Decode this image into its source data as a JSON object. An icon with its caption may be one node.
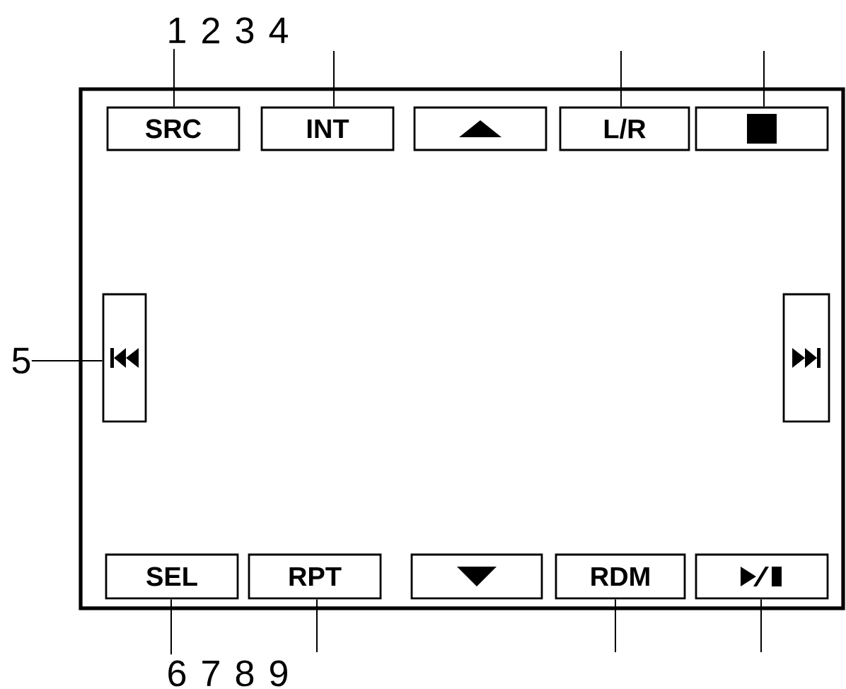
{
  "diagram": {
    "nodes": [
      {
        "text": [
          "1"
        ]
      },
      {
        "text": [],
        "shape": "box"
      },
      {
        "text": [
          "SRC"
        ],
        "in": 1
      },
      {
        "text": [
          "INT"
        ],
        "in": 1
      },
      {
        "text": [],
        "shape": "box",
        "in": 1
      },
      {
        "text": [
          "L/R"
        ],
        "in": 1
      },
      {
        "text": [],
        "shape": "box",
        "in": 1
      },
      {
        "text": [
          "5"
        ]
      },
      {
        "text": [],
        "shape": "box",
        "in": 1
      },
      {
        "text": [],
        "shape": "box",
        "in": 1
      },
      {
        "text": [
          "SEL"
        ],
        "in": 1
      },
      {
        "text": [
          "RPT"
        ],
        "in": 1
      },
      {
        "text": [],
        "shape": "box",
        "in": 1
      },
      {
        "text": [
          "RDM"
        ],
        "in": 1
      },
      {
        "text": [],
        "shape": "box",
        "in": 1
      },
      {
        "text": [
          "6"
        ]
      }
    ],
    "edges": [
      {
        "from": 0,
        "to": 2,
        "arrow": "none"
      },
      {
        "from": null,
        "to": 3,
        "arrow": "none"
      },
      {
        "from": null,
        "to": 5,
        "arrow": "none"
      },
      {
        "from": null,
        "to": 6,
        "arrow": "none"
      },
      {
        "from": 7,
        "to": 8,
        "arrow": "none"
      },
      {
        "from": 15,
        "to": 10,
        "arrow": "none"
      },
      {
        "from": null,
        "to": 11,
        "arrow": "none"
      },
      {
        "from": null,
        "to": 13,
        "arrow": "none"
      },
      {
        "from": null,
        "to": 14,
        "arrow": "none"
      }
    ],
    "labels": [
      "2",
      "3",
      "4",
      "7",
      "8",
      "9"
    ]
  }
}
